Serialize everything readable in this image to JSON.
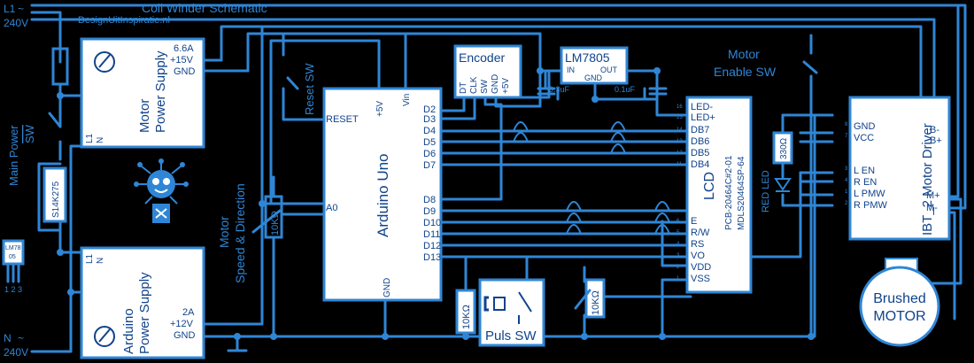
{
  "title": "Coil Winder Schematic",
  "website": "DesignUitInspiratie.nl",
  "mains": {
    "l1": "L1",
    "n": "N",
    "voltage": "240V",
    "tilde": "~"
  },
  "main_power_switch": [
    "Main Power",
    "SW"
  ],
  "varistor": "S14K275",
  "regulator_pin": {
    "part": "LM78",
    "suffix": "05",
    "pins": "1 2 3"
  },
  "motor_psu": {
    "title": [
      "Motor",
      "Power Supply"
    ],
    "out_current": "6.6A",
    "out_voltage": "+15V",
    "gnd": "GND",
    "in_l": "L1",
    "in_n": "N"
  },
  "arduino_psu": {
    "title": [
      "Arduino",
      "Power Supply"
    ],
    "out_current": "2A",
    "out_voltage": "+12V",
    "gnd": "GND",
    "in_l": "L1",
    "in_n": "N"
  },
  "speed_pot": {
    "label": [
      "Motor",
      "Speed & Direction"
    ],
    "value": "10KΩ"
  },
  "reset_sw": "Reset SW",
  "arduino": {
    "name": "Arduino Uno",
    "left_pins": [
      "RESET",
      "A0"
    ],
    "top_pins": [
      "+5V",
      "Vin"
    ],
    "bottom_pin": "GND",
    "right_pins": [
      "D2",
      "D3",
      "D4",
      "D5",
      "D6",
      "D7",
      "D8",
      "D9",
      "D10",
      "D11",
      "D12",
      "D13"
    ]
  },
  "encoder": {
    "name": "Encoder",
    "pins": [
      "DT",
      "CLK",
      "SW",
      "GND",
      "+5V"
    ]
  },
  "lm7805": {
    "name": "LM7805",
    "in": "IN",
    "out": "OUT",
    "gnd": "GND",
    "cap_in": "0.3uF",
    "cap_out": "0.1uF"
  },
  "lcd": {
    "name": "LCD",
    "models": [
      "PCB-20464C#2-01",
      "MDLS20464SP-64"
    ],
    "pins": [
      "LED-",
      "LED+",
      "DB7",
      "DB6",
      "DB5",
      "DB4",
      "E",
      "R/W",
      "RS",
      "VO",
      "VDD",
      "VSS"
    ],
    "pin_numbers": [
      "16",
      "15",
      "14",
      "13",
      "12",
      "11",
      "6",
      "5",
      "4",
      "3",
      "2",
      "1"
    ]
  },
  "puls_sw": "Puls SW",
  "pulldown": "10KΩ",
  "contrast_pot": "10KΩ",
  "motor_enable_sw": [
    "Motor",
    "Enable SW"
  ],
  "led": {
    "resistor": "330Ω",
    "label": "RED LED"
  },
  "driver": {
    "name": "IBT_2 Motor Driver",
    "left_pins": [
      "GND",
      "VCC",
      "L EN",
      "R EN",
      "L PMW",
      "R PMW"
    ],
    "left_numbers": [
      "8",
      "7",
      "3",
      "4",
      "1",
      "2"
    ],
    "right_pins": [
      "B-",
      "B+",
      "M+",
      "M-"
    ]
  },
  "motor": [
    "Brushed",
    "MOTOR"
  ],
  "colors": {
    "wire": "#2f86d6",
    "background": "#000000",
    "box": "#ffffff",
    "box_text": "#10438c"
  }
}
